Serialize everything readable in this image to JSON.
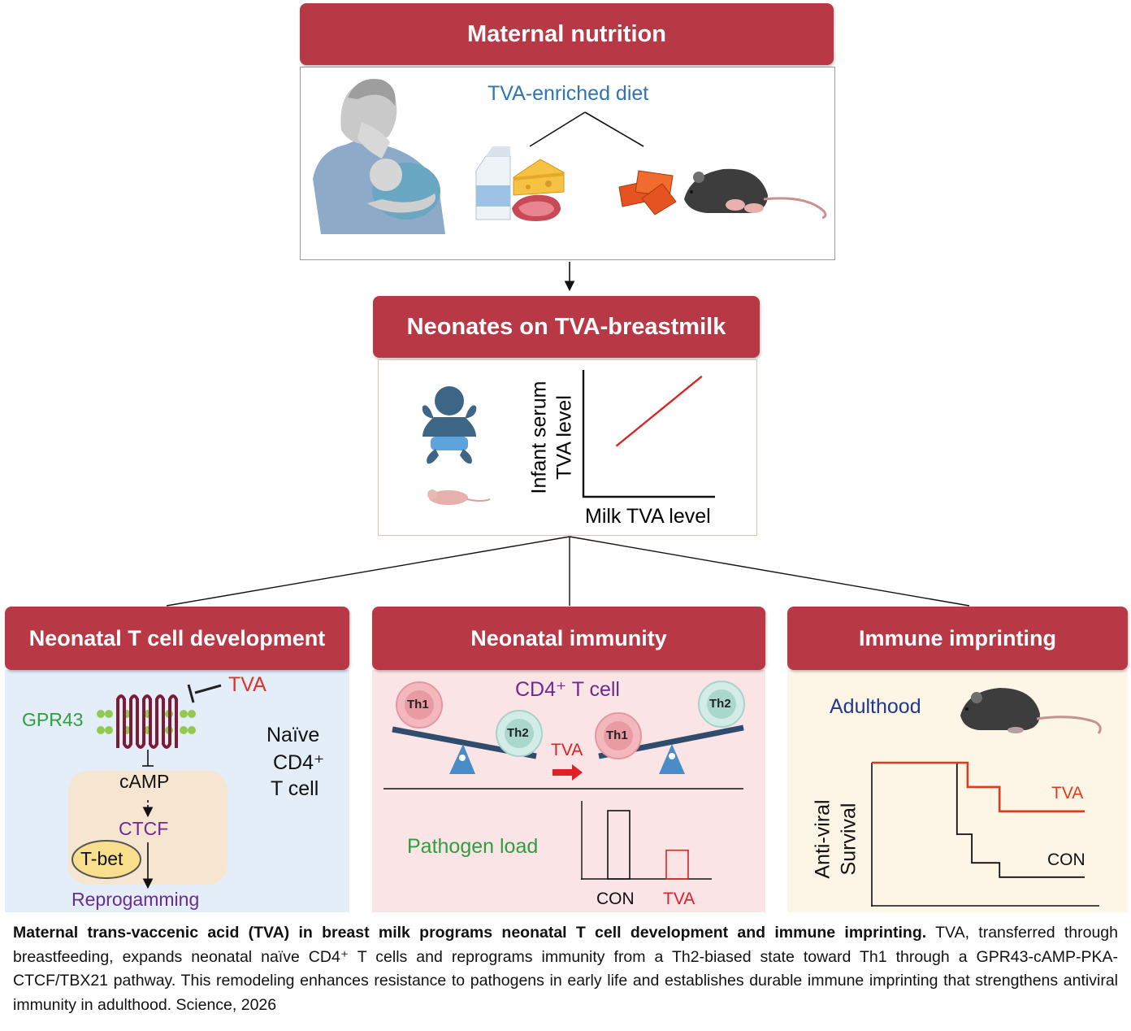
{
  "top": {
    "title": "Maternal nutrition",
    "diet_label": "TVA-enriched diet"
  },
  "middle": {
    "title": "Neonates on TVA-breastmilk",
    "y_axis_label_line1": "Infant serum",
    "y_axis_label_line2": "TVA level",
    "x_axis_label": "Milk TVA level"
  },
  "panel_left": {
    "title": "Neonatal T cell development",
    "tva": "TVA",
    "gpr43": "GPR43",
    "camp": "cAMP",
    "ctcf": "CTCF",
    "tbet": "T-bet",
    "reprog": "Reprogamming",
    "naive_line1": "Naïve",
    "naive_line2": "CD4⁺",
    "naive_line3": "T cell"
  },
  "panel_mid": {
    "title": "Neonatal immunity",
    "cd4": "CD4⁺ T cell",
    "th1": "Th1",
    "th2": "Th2",
    "tva_arrow": "TVA",
    "pathogen": "Pathogen load",
    "con": "CON",
    "tva": "TVA"
  },
  "panel_right": {
    "title": "Immune imprinting",
    "adulthood": "Adulthood",
    "y_line1": "Anti-viral",
    "y_line2": "Survival",
    "tva": "TVA",
    "con": "CON"
  },
  "caption": {
    "bold": "Maternal trans-vaccenic acid (TVA) in breast milk programs neonatal T cell development and immune imprinting.",
    "rest": " TVA, transferred through breastfeeding, expands neonatal naïve CD4⁺ T cells and reprograms immunity from a Th2-biased state toward Th1 through a GPR43-cAMP-PKA-CTCF/TBX21 pathway. This remodeling enhances resistance to pathogens in early life and establishes durable immune imprinting that strengthens antiviral immunity in adulthood. Science, 2026"
  },
  "colors": {
    "header_red": "#b83945",
    "blue_text": "#2e75b6",
    "red_line": "#d62728",
    "green_text": "#2f9e41",
    "purple_text": "#6a2c91",
    "navy_text": "#1f3a8a",
    "left_bg": "#e4eef8",
    "mid_bg": "#fbe4e6",
    "right_bg": "#fdf5e6"
  },
  "chart_data": [
    {
      "type": "line",
      "xlabel": "Milk TVA level",
      "ylabel": "Infant serum TVA level",
      "series": [
        {
          "x": [
            0.25,
            0.9
          ],
          "values": [
            0.4,
            0.95
          ]
        }
      ]
    },
    {
      "type": "bar",
      "ylabel": "Pathogen load",
      "categories": [
        "CON",
        "TVA"
      ],
      "values": [
        1.0,
        0.42
      ]
    },
    {
      "type": "line",
      "ylabel": "Anti-viral Survival",
      "series": [
        {
          "name": "TVA",
          "x": [
            0,
            0.45,
            0.45,
            0.6,
            0.6,
            1.0
          ],
          "values": [
            1.0,
            1.0,
            0.83,
            0.83,
            0.66,
            0.66
          ]
        },
        {
          "name": "CON",
          "x": [
            0,
            0.4,
            0.4,
            0.47,
            0.47,
            0.6,
            0.6,
            1.0
          ],
          "values": [
            1.0,
            1.0,
            0.5,
            0.5,
            0.3,
            0.3,
            0.2,
            0.2
          ]
        }
      ]
    }
  ]
}
